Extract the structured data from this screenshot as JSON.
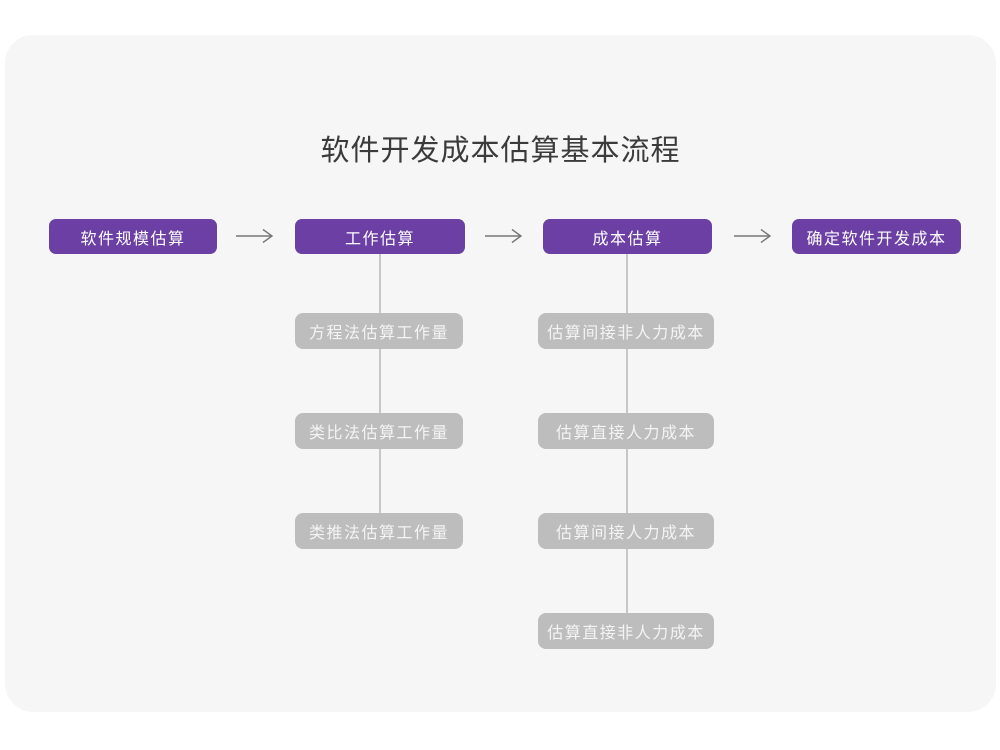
{
  "title": "软件开发成本估算基本流程",
  "colors": {
    "page_bg": "#FFFFFF",
    "card_bg": "#F6F6F7",
    "primary_node_fill": "#6B3FA4",
    "secondary_node_fill": "#BDBDBD",
    "connector_line": "#C7C7C7",
    "arrow_stroke": "#777777",
    "title_text": "#3B3B3B",
    "node_text": "#FFFFFF"
  },
  "flow": {
    "main_nodes": [
      {
        "label": "软件规模估算"
      },
      {
        "label": "工作估算"
      },
      {
        "label": "成本估算"
      },
      {
        "label": "确定软件开发成本"
      }
    ],
    "work_branch": {
      "items": [
        {
          "label": "方程法估算工作量"
        },
        {
          "label": "类比法估算工作量"
        },
        {
          "label": "类推法估算工作量"
        }
      ]
    },
    "cost_branch": {
      "items": [
        {
          "label": "估算间接非人力成本"
        },
        {
          "label": "估算直接人力成本"
        },
        {
          "label": "估算间接人力成本"
        },
        {
          "label": "估算直接非人力成本"
        }
      ]
    }
  }
}
